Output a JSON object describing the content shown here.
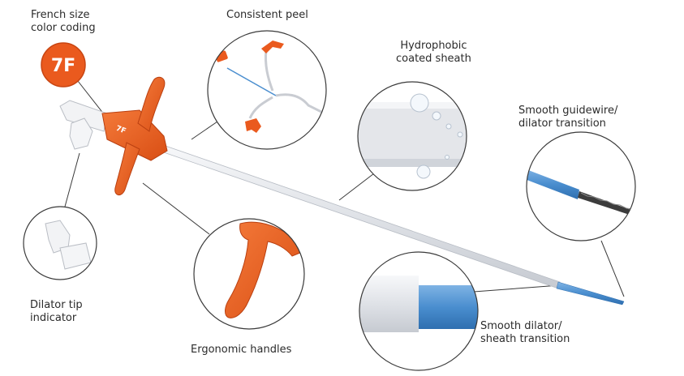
{
  "colors": {
    "orange": "#ea5a1e",
    "orange_dark": "#c84512",
    "blue": "#4a8ecf",
    "sheath": "#e2e4e8",
    "line": "#3a3a3a"
  },
  "badge": {
    "text": "7F"
  },
  "hub_marking": "7F",
  "labels": {
    "french_size": [
      "French size",
      "color coding"
    ],
    "consistent_peel": [
      "Consistent peel"
    ],
    "hydrophobic": [
      "Hydrophobic",
      "coated sheath"
    ],
    "guidewire": [
      "Smooth guidewire/",
      "dilator transition"
    ],
    "dilator_tip": [
      "Dilator tip",
      "indicator"
    ],
    "ergonomic": [
      "Ergonomic handles"
    ],
    "dilator_sheath": [
      "Smooth dilator/",
      "sheath transition"
    ]
  }
}
